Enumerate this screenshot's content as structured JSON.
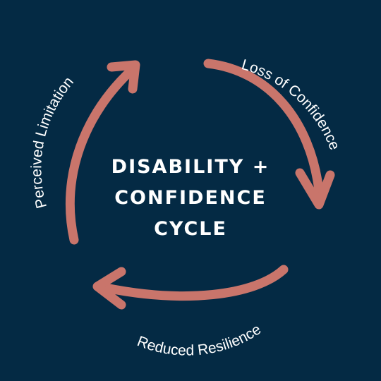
{
  "title": {
    "line1": "DISABILITY +",
    "line2": "CONFIDENCE",
    "line3": "CYCLE"
  },
  "stages": [
    {
      "label": "Loss of Confidence"
    },
    {
      "label": "Reduced Resilience"
    },
    {
      "label": "Perceived Limitation"
    }
  ],
  "colors": {
    "background": "#042a44",
    "arrow": "#c9756b",
    "text": "#ffffff"
  }
}
